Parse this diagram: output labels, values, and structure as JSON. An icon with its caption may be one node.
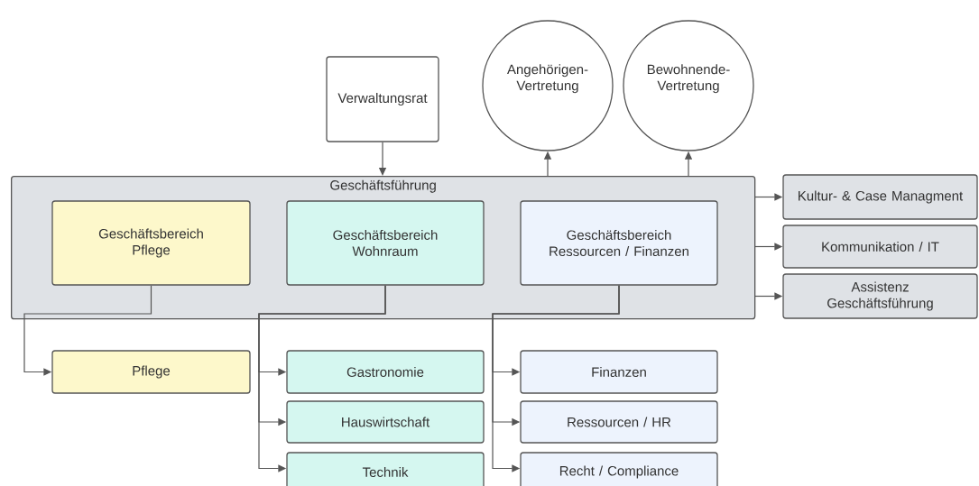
{
  "diagram": {
    "nodes": [
      {
        "text": [
          "Verwaltungsrat"
        ]
      },
      {
        "text": [
          "Angehörigen- Vertretung"
        ]
      },
      {
        "text": [
          "Bewohnende- Vertretung"
        ]
      },
      {
        "text": [
          "Geschäftsführung"
        ]
      },
      {
        "text": [
          "Geschäftsbereich Pflege"
        ],
        "in": 3
      },
      {
        "text": [
          "Geschäftsbereich Wohnraum"
        ],
        "in": 3
      },
      {
        "text": [
          "Geschäftsbereich Ressourcen / Finanzen"
        ],
        "in": 3
      },
      {
        "text": [
          "Kultur- & Case Managment"
        ]
      },
      {
        "text": [
          "Kommunikation / IT"
        ]
      },
      {
        "text": [
          "Assistenz Geschäftsführung"
        ]
      },
      {
        "text": [
          "Pflege"
        ]
      },
      {
        "text": [
          "Gastronomie"
        ]
      },
      {
        "text": [
          "Hauswirtschaft"
        ]
      },
      {
        "text": [
          "Technik"
        ]
      },
      {
        "text": [
          "Finanzen"
        ]
      },
      {
        "text": [
          "Ressourcen / HR"
        ]
      },
      {
        "text": [
          "Recht / Compliance"
        ]
      }
    ],
    "edges": [
      {
        "from": 0,
        "to": 3,
        "arrow": "to"
      },
      {
        "from": 3,
        "to": 1,
        "arrow": "to"
      },
      {
        "from": 3,
        "to": 2,
        "arrow": "to"
      },
      {
        "from": 3,
        "to": 7,
        "arrow": "to"
      },
      {
        "from": 3,
        "to": 8,
        "arrow": "to"
      },
      {
        "from": 3,
        "to": 9,
        "arrow": "to"
      },
      {
        "from": 4,
        "to": 10,
        "arrow": "to"
      },
      {
        "from": 5,
        "to": 11,
        "arrow": "to"
      },
      {
        "from": 5,
        "to": 12,
        "arrow": "to"
      },
      {
        "from": 5,
        "to": 13,
        "arrow": "to"
      },
      {
        "from": 6,
        "to": 14,
        "arrow": "to"
      },
      {
        "from": 6,
        "to": 15,
        "arrow": "to"
      },
      {
        "from": 6,
        "to": 16,
        "arrow": "to"
      }
    ]
  }
}
